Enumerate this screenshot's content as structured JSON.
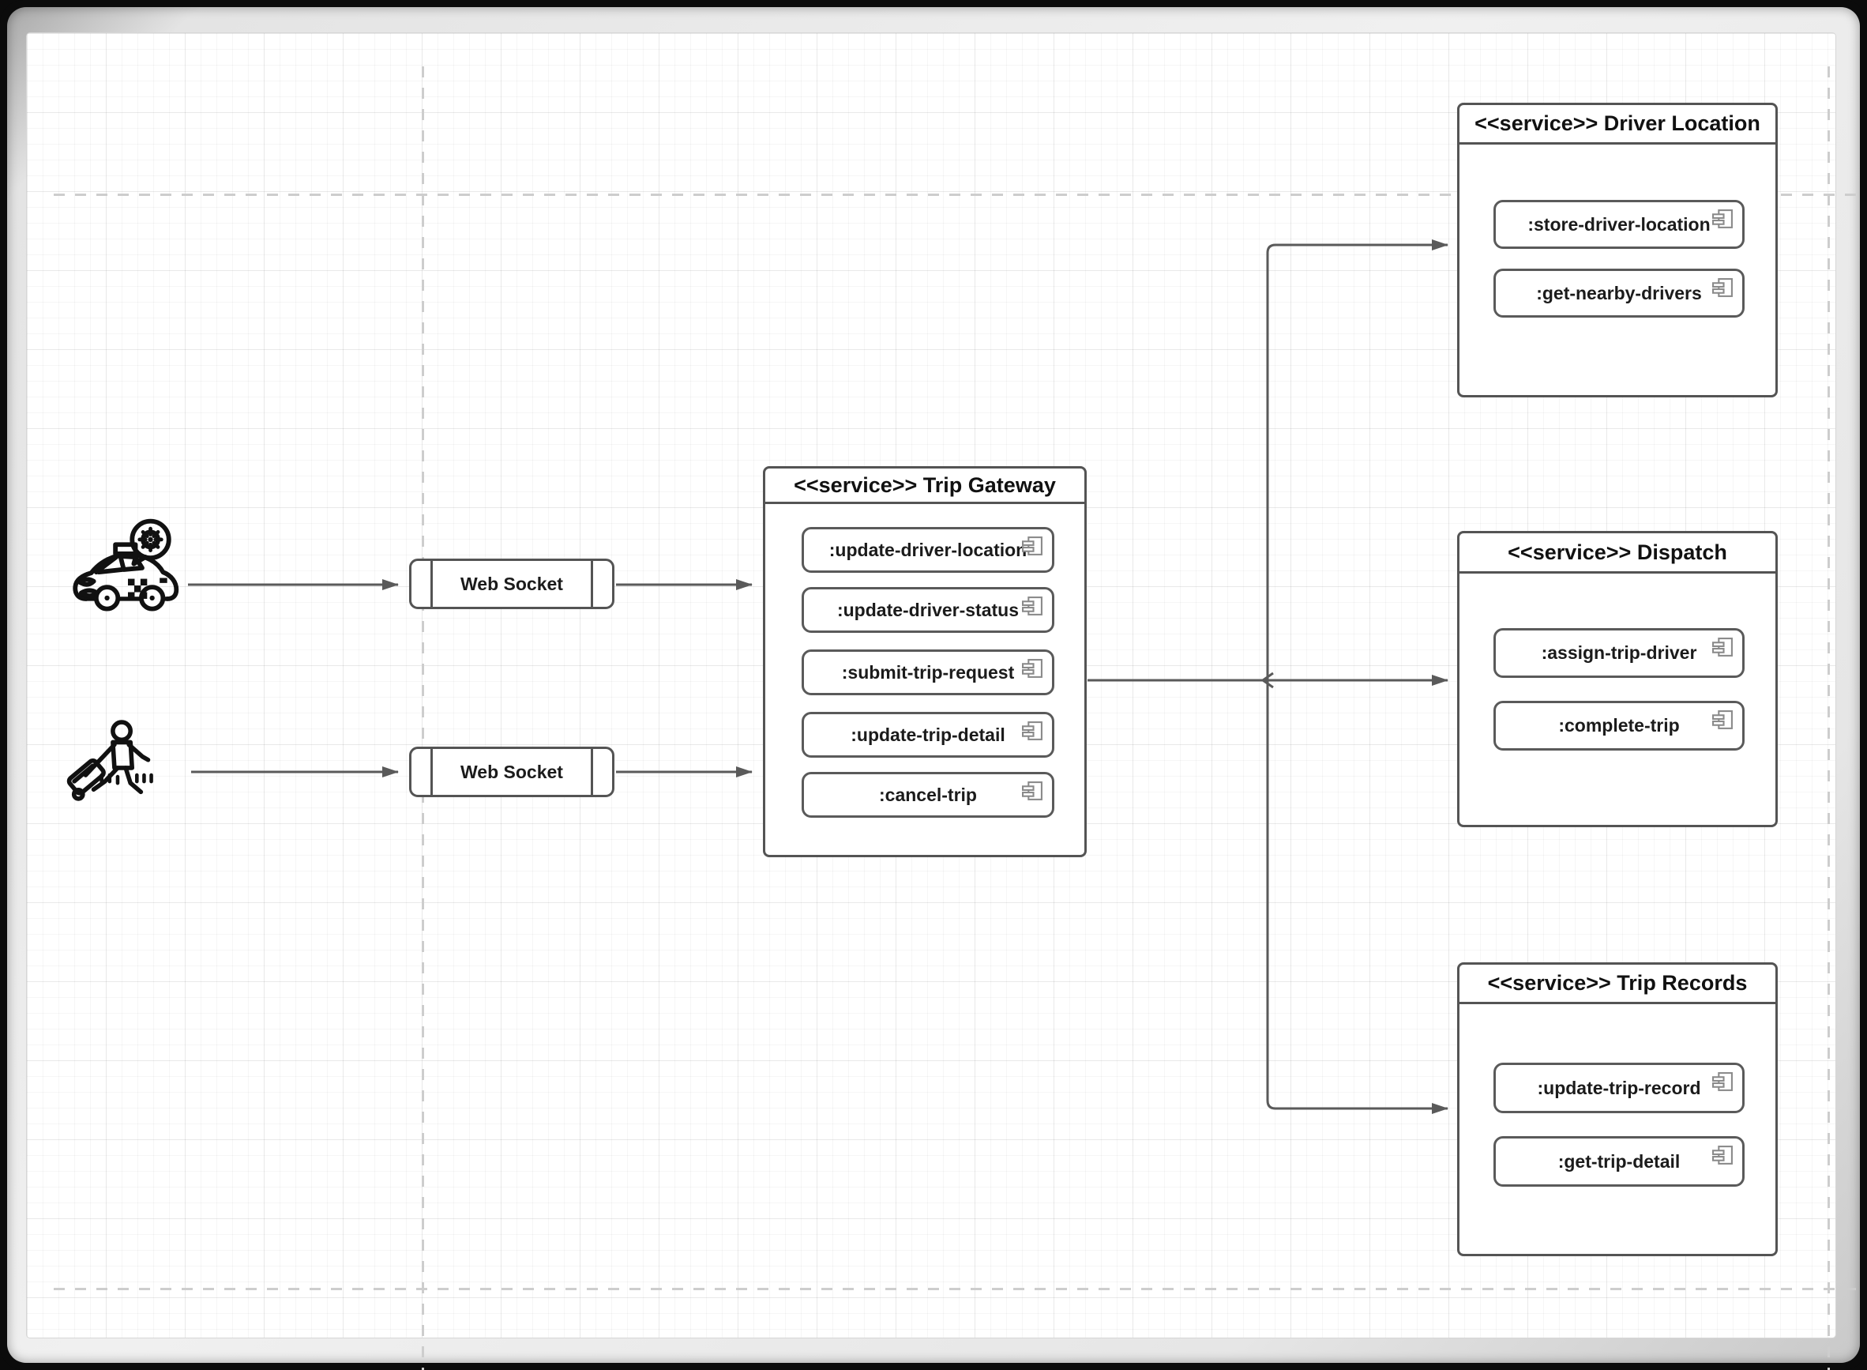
{
  "diagram": {
    "title": "Ride-hailing services component diagram",
    "actors": [
      {
        "id": "driver",
        "icon": "taxi-driver-icon"
      },
      {
        "id": "rider",
        "icon": "traveler-luggage-icon"
      }
    ],
    "web_sockets": [
      {
        "label": "Web Socket"
      },
      {
        "label": "Web Socket"
      }
    ],
    "services": [
      {
        "id": "trip-gateway",
        "title": "<<service>> Trip Gateway",
        "components": [
          ":update-driver-location",
          ":update-driver-status",
          ":submit-trip-request",
          ":update-trip-detail",
          ":cancel-trip"
        ]
      },
      {
        "id": "driver-location",
        "title": "<<service>> Driver Location",
        "components": [
          ":store-driver-location",
          ":get-nearby-drivers"
        ]
      },
      {
        "id": "dispatch",
        "title": "<<service>> Dispatch",
        "components": [
          ":assign-trip-driver",
          ":complete-trip"
        ]
      },
      {
        "id": "trip-records",
        "title": "<<service>> Trip Records",
        "components": [
          ":update-trip-record",
          ":get-trip-detail"
        ]
      }
    ],
    "colors": {
      "box_border": "#545454",
      "connector": "#5a5a5a",
      "component_icon": "#8a8a8a",
      "actor_icon_stroke": "#111111",
      "guide_dash": "#cdcdcd",
      "canvas_bg": "#ffffff",
      "frame_bg": "#0b0b0b",
      "text": "#1b1b1b"
    }
  }
}
